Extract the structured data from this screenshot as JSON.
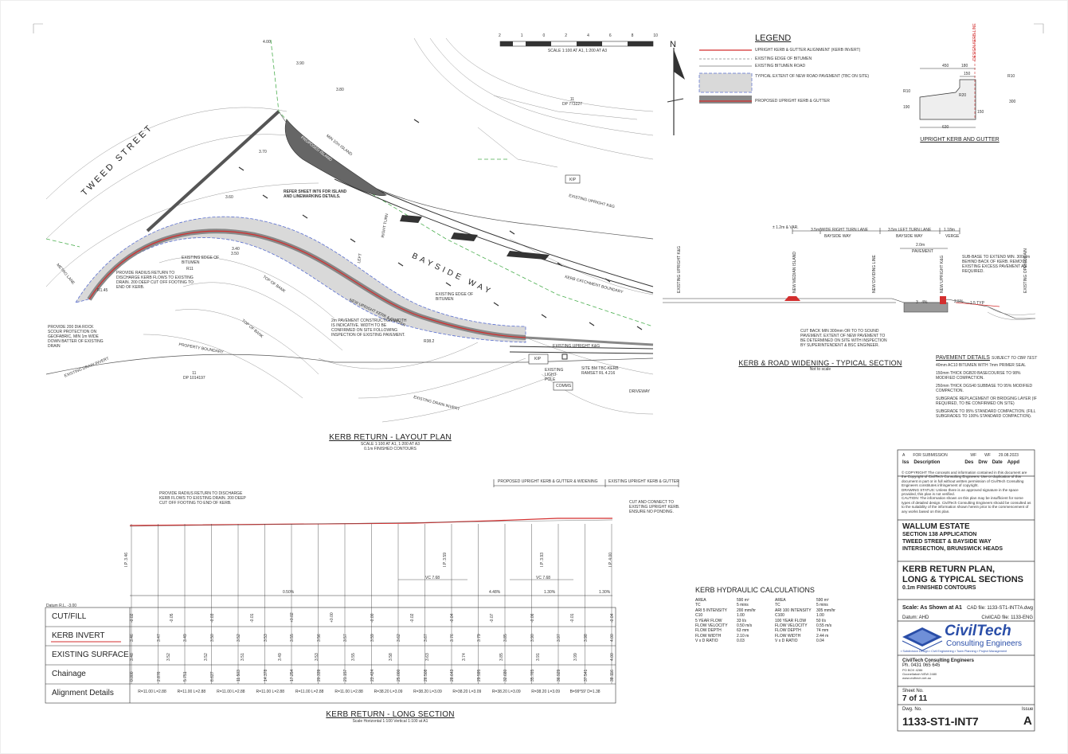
{
  "plan": {
    "title": "KERB RETURN - LAYOUT PLAN",
    "scale": "SCALE 1:100 AT A1, 1:200 AT A3",
    "contours": "0.1m FINISHED CONTOURS",
    "scalebar_ticks": [
      "2",
      "1",
      "0",
      "2",
      "4",
      "6",
      "8",
      "10"
    ],
    "scalebar_caption": "SCALE 1:100 AT A1, 1:200 AT A3",
    "north": "N",
    "street_tweed": "TWEED STREET",
    "street_bayside": "BAYSIDE WAY",
    "lot_top": [
      "11",
      "DP 773227"
    ],
    "lot_bottom": [
      "11",
      "DP 1014197"
    ],
    "island": "PROPOSED ISLAND",
    "note_island": "REFER SHEET INT6 FOR ISLAND AND LINEMARKING DETAILS.",
    "min_island": "MIN 10m ISLAND",
    "note_radius": "PROVIDE RADIUS RETURN TO DISCHARGE KERB FLOWS TO EXISTING DRAIN. 200 DEEP CUT OFF FOOTING TO END OF KERB.",
    "note_rock": "PROVIDE 200 DIA ROCK SCOUR PROTECTION ON GEOFABRIC, MIN 1m WIDE DOWN BATTER OF EXISTING DRAIN",
    "note_edge1": "EXISTING EDGE OF BITUMEN",
    "note_edge2": "EXISTING EDGE OF BITUMEN",
    "note_pavement": "2m PAVEMENT CONSTRUCTION WIDTH IS INDICATIVE. WIDTH TO BE CONFIRMED ON SITE FOLLOWING INSPECTION OF EXISTING PAVEMENT.",
    "new_kerb": "NEW UPRIGHT KERB & GUTTER",
    "existing_kerb": "EXISTING UPRIGHT K&G",
    "existing_kerb2": "EXISTING UPRIGHT K&G",
    "kerb_catchment": "KERB CATCHMENT BOUNDARY",
    "property_boundary": "PROPERTY BOUNDARY",
    "top_of_bank": "TOP OF BANK",
    "top_of_bank2": "TOP OF BANK",
    "exist_drain": "EXISTING DRAIN INVERT",
    "exist_drain2": "EXISTING DRAIN INVERT",
    "exist_light": "EXISTING LIGHT POLE",
    "site_bm": "SITE BM TBC-KERB RAMSET RL 4.216",
    "kip": "KIP",
    "comms": "COMMS",
    "driveway": "DRIVEWAY",
    "metro_lane": "METRO LANE",
    "r11": "R11",
    "r145": "R1.45",
    "r382": "R38.2",
    "right_turn": "RIGHT TURN",
    "left_lbl": "LEFT",
    "contours_vals": [
      "4.00",
      "3.90",
      "3.80",
      "3.70",
      "3.60",
      "3.50",
      "3.40"
    ]
  },
  "legend": {
    "title": "LEGEND",
    "items": [
      "UPRIGHT KERB & GUTTER ALIGNMENT (KERB INVERT)",
      "EXISTING EDGE OF BITUMEN",
      "EXISTING BITUMEN ROAD",
      "TYPICAL EXTENT OF NEW ROAD PAVEMENT (TBC ON SITE)",
      "PROPOSED UPRIGHT KERB & GUTTER"
    ]
  },
  "kerb_detail": {
    "title": "UPRIGHT KERB AND GUTTER",
    "design_line": "DESIGN KERB LINE",
    "dims": [
      "450",
      "180",
      "150",
      "R10",
      "R20",
      "R10",
      "150",
      "190",
      "630",
      "300"
    ]
  },
  "section": {
    "title": "KERB & ROAD WIDENING - TYPICAL SECTION",
    "subtitle": "Not to scale",
    "top_dims": [
      "± 1.2m & VAR.",
      "3.5m WIDE RIGHT TURN LANE",
      "3.5m LEFT TURN LANE",
      "1.18m",
      "BAYSIDE WAY",
      "BAYSIDE WAY",
      "VERGE",
      "2.0m",
      "PAVEMENT"
    ],
    "vert_labels": [
      "EXISTING UPRIGHT K&G",
      "NEW MEDIAN ISLAND",
      "NEW DIVIDING LINE",
      "NEW UPRIGHT K&G",
      "EXISTING OPEN DRAIN"
    ],
    "slopes": [
      "3 - 4%",
      "2.5%",
      "1:5 TYP"
    ],
    "note_subbase": "SUB-BASE TO EXTEND MIN. 300mm BEHIND BACK OF KERB. REMOVE EXISTING EXCESS PAVEMENT AS REQUIRED.",
    "note_cutback": "CUT BACK MIN 300mm OR TO TO SOUND PAVEMENT. EXTENT OF NEW PAVEMENT TO BE DETERMINED ON SITE WITH INSPECTION BY SUPERINTENDENT & BSC ENGINEER.",
    "pavement_title": "PAVEMENT DETAILS",
    "pavement_sub": "SUBJECT TO CBR TEST",
    "pavement_items": [
      "40mm AC10 BITUMEN WITH 7mm PRIMER SEAL",
      "150mm THICK DGB20 BASECOURSE TO 98% MODIFIED COMPACTION.",
      "250mm THICK DGS40 SUBBASE TO 95% MODIFIED COMPACTION.",
      "SUBGRADE REPLACEMENT OR BRIDGING LAYER (IF REQUIRED, TO BE CONFIRMED ON SITE)",
      "SUBGRADE TO 95% STANDARD COMPACTION. (FILL SUBGRADES TO 100% STANDARD COMPACTION)."
    ]
  },
  "long_section": {
    "title": "KERB RETURN - LONG SECTION",
    "scale": "Scale  Horizontal 1:100  Vertical 1:100 at A1",
    "banner_proposed": "PROPOSED UPRIGHT KERB & GUTTER & WIDENING",
    "banner_existing": "EXISTING UPRIGHT KERB & GUTTER",
    "note_left": "PROVIDE RADIUS RETURN TO DISCHARGE KERB FLOWS TO EXISTING DRAIN. 200 DEEP CUT OFF FOOTING TO END OF KERB.",
    "note_right": "CUT AND CONNECT TO EXISTING UPRIGHT KERB. ENSURE NO PONDING.",
    "datum": "Datum R.L. -3.00",
    "grades": [
      "0.50%",
      "4.48%",
      "1.30%",
      "1.30%"
    ],
    "vc": [
      "VC 7.68",
      "VC 7.68"
    ],
    "ip": [
      "I.P. 3.46",
      "I.P. 3.59",
      "I.P. 3.93",
      "I.P. 4.00"
    ],
    "row_labels": [
      "CUT/FILL",
      "KERB INVERT",
      "EXISTING SURFACE",
      "Chainage",
      "Alignment Details"
    ],
    "cut_fill": [
      "-0.02",
      "-0.05",
      "-0.03",
      "-0.01",
      "+0.02",
      "+0.00",
      "-0.00",
      "-0.02",
      "-0.04",
      "-0.07",
      "-0.06",
      "-0.01",
      "-0.04"
    ],
    "kerb_invert": [
      "3.46",
      "3.47",
      "3.49",
      "3.50",
      "3.52",
      "3.53",
      "3.55",
      "3.56",
      "3.57",
      "3.59",
      "3.62",
      "3.67",
      "3.76",
      "3.79",
      "3.85",
      "3.90",
      "3.97",
      "3.98",
      "4.00"
    ],
    "existing_surface": [
      "3.48",
      "3.52",
      "3.52",
      "3.51",
      "3.49",
      "3.53",
      "3.55",
      "3.58",
      "3.63",
      "3.74",
      "3.85",
      "3.91",
      "3.99",
      "4.00"
    ],
    "chainage": [
      "0.000",
      "2.876",
      "5.751",
      "8.627",
      "11.503",
      "14.378",
      "17.254",
      "20.339",
      "21.157",
      "23.424",
      "25.000",
      "26.508",
      "28.643",
      "29.595",
      "32.680",
      "35.765",
      "36.929",
      "37.541",
      "38.116"
    ],
    "alignment": [
      "R=11.00 L=2.88",
      "R=11.00 L=2.88",
      "R=11.00 L=2.88",
      "R=11.00 L=2.88",
      "R=11.00 L=2.88",
      "R=11.00 L=2.88",
      "R=38.20 L=3.09",
      "R=38.20 L=3.09",
      "R=38.20 L=3.09",
      "R=38.20 L=3.09",
      "R=38.20 L=3.09",
      "B=99°59' D=1.38"
    ]
  },
  "hydraulic": {
    "title": "KERB HYDRAULIC CALCULATIONS",
    "left": [
      [
        "AREA",
        "590 m²"
      ],
      [
        "TC",
        "5 mins"
      ],
      [
        "ARI 5 INTENSITY",
        "200 mm/hr"
      ],
      [
        "C10",
        "1.00"
      ],
      [
        "",
        ""
      ],
      [
        "5 YEAR FLOW",
        "33 l/s"
      ],
      [
        "FLOW  VELOCITY",
        "0.50 m/s"
      ],
      [
        "FLOW DEPTH",
        "63 mm"
      ],
      [
        "FLOW WIDTH",
        "2.10 m"
      ],
      [
        "V x D RATIO",
        "0.03"
      ]
    ],
    "right": [
      [
        "AREA",
        "590 m²"
      ],
      [
        "TC",
        "5 mins"
      ],
      [
        "ARI 100 INTENSITY",
        "305 mm/hr"
      ],
      [
        "C100",
        "1.00"
      ],
      [
        "",
        ""
      ],
      [
        "100 YEAR FLOW",
        "50 l/s"
      ],
      [
        "FLOW  VELOCITY",
        "0.55 m/s"
      ],
      [
        "FLOW DEPTH",
        "74 mm"
      ],
      [
        "FLOW WIDTH",
        "2.44 m"
      ],
      [
        "V x D RATIO",
        "0.04"
      ]
    ]
  },
  "title_block": {
    "rev": [
      "A",
      "FOR SUBMISSION",
      "WF",
      "WF",
      "29.08.2023"
    ],
    "rev_headers": [
      "Iss",
      "Description",
      "Des",
      "Drw",
      "Date",
      "Appd"
    ],
    "copyright": "© COPYRIGHT  The concepts and information contained in this document are the Copyright of CivilTech Consulting Engineers. Use or duplication of this document in part or in full without written permission of CivilTech Consulting Engineers constitutes infringement of copyright.",
    "drawing_status": "DRAWING STATUS:  Unless there is an approved signature in the space provided, this plan is not verified.",
    "caution": "CAUTION:  The information shown on this plan may be insufficient for some types of detailed design. CivilTech Consulting Engineers should be consulted as to the suitability of the information shown herein prior to the commencement of any works based on this plan.",
    "project": "WALLUM ESTATE",
    "project_lines": [
      "SECTION 138 APPLICATION",
      "TWEED STREET & BAYSIDE WAY",
      "INTERSECTION, BRUNSWICK HEADS"
    ],
    "drawing_title": [
      "KERB RETURN PLAN,",
      "LONG & TYPICAL SECTIONS"
    ],
    "drawing_sub": "0.1m FINISHED CONTOURS",
    "scale": "Scale: As Shown at A1",
    "datum": "Datum: AHD",
    "cad_file": "CAD file: 1133-ST1-INT7A.dwg",
    "civilcad_file": "CivilCAD file: 1133-ENG",
    "company_logo": "CivilTech",
    "company_tag": "Consulting Engineers",
    "services": "▪ Subdivision Design  ▪ Civil Engineering  ▪ Town Planning  ▪ Project Management",
    "company_name": "CivilTech Consulting Engineers",
    "phone": "Ph. 0431 065 645",
    "address": [
      "PO BOX 4286",
      "Goonellabah NSW 2480",
      "www.civiltech.net.au"
    ],
    "sheet_label": "Sheet No.",
    "sheet": "7 of 11",
    "dwg_label": "Dwg. No.",
    "dwg": "1133-ST1-INT7",
    "issue_label": "Issue",
    "issue": "A"
  }
}
